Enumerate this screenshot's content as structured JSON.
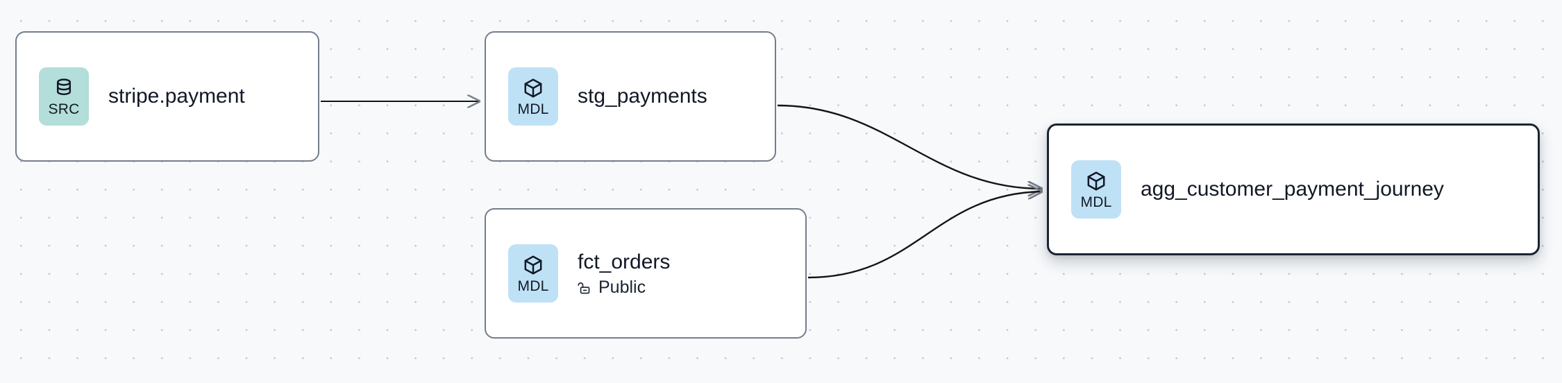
{
  "canvas": {
    "background_color": "#f7f9fb",
    "dot_color": "#c3c8d2",
    "edge_color": "#111111",
    "node_border_color": "#757d8c",
    "selected_border_color": "#1b2332",
    "src_badge_color": "#b3ded9",
    "mdl_badge_color": "#bfe1f6"
  },
  "nodes": [
    {
      "id": "stripe-payment",
      "title": "stripe.payment",
      "badge_label": "SRC",
      "badge_icon": "database-icon",
      "badge_type": "src",
      "subtitle": null,
      "subtitle_icon": null,
      "selected": false
    },
    {
      "id": "stg-payments",
      "title": "stg_payments",
      "badge_label": "MDL",
      "badge_icon": "cube-icon",
      "badge_type": "mdl",
      "subtitle": null,
      "subtitle_icon": null,
      "selected": false
    },
    {
      "id": "fct-orders",
      "title": "fct_orders",
      "badge_label": "MDL",
      "badge_icon": "cube-icon",
      "badge_type": "mdl",
      "subtitle": "Public",
      "subtitle_icon": "unlock-icon",
      "selected": false
    },
    {
      "id": "agg-customer-payment-journey",
      "title": "agg_customer_payment_journey",
      "badge_label": "MDL",
      "badge_icon": "cube-icon",
      "badge_type": "mdl",
      "subtitle": null,
      "subtitle_icon": null,
      "selected": true
    }
  ],
  "edges": [
    {
      "id": "edge-stripe-to-stg",
      "from": "stripe-payment",
      "to": "stg-payments",
      "style": "straight",
      "arrowhead": true
    },
    {
      "id": "edge-stg-to-agg",
      "from": "stg-payments",
      "to": "agg-customer-payment-journey",
      "style": "bezier",
      "arrowhead": true
    },
    {
      "id": "edge-fct-to-agg",
      "from": "fct-orders",
      "to": "agg-customer-payment-journey",
      "style": "bezier",
      "arrowhead": true
    }
  ]
}
